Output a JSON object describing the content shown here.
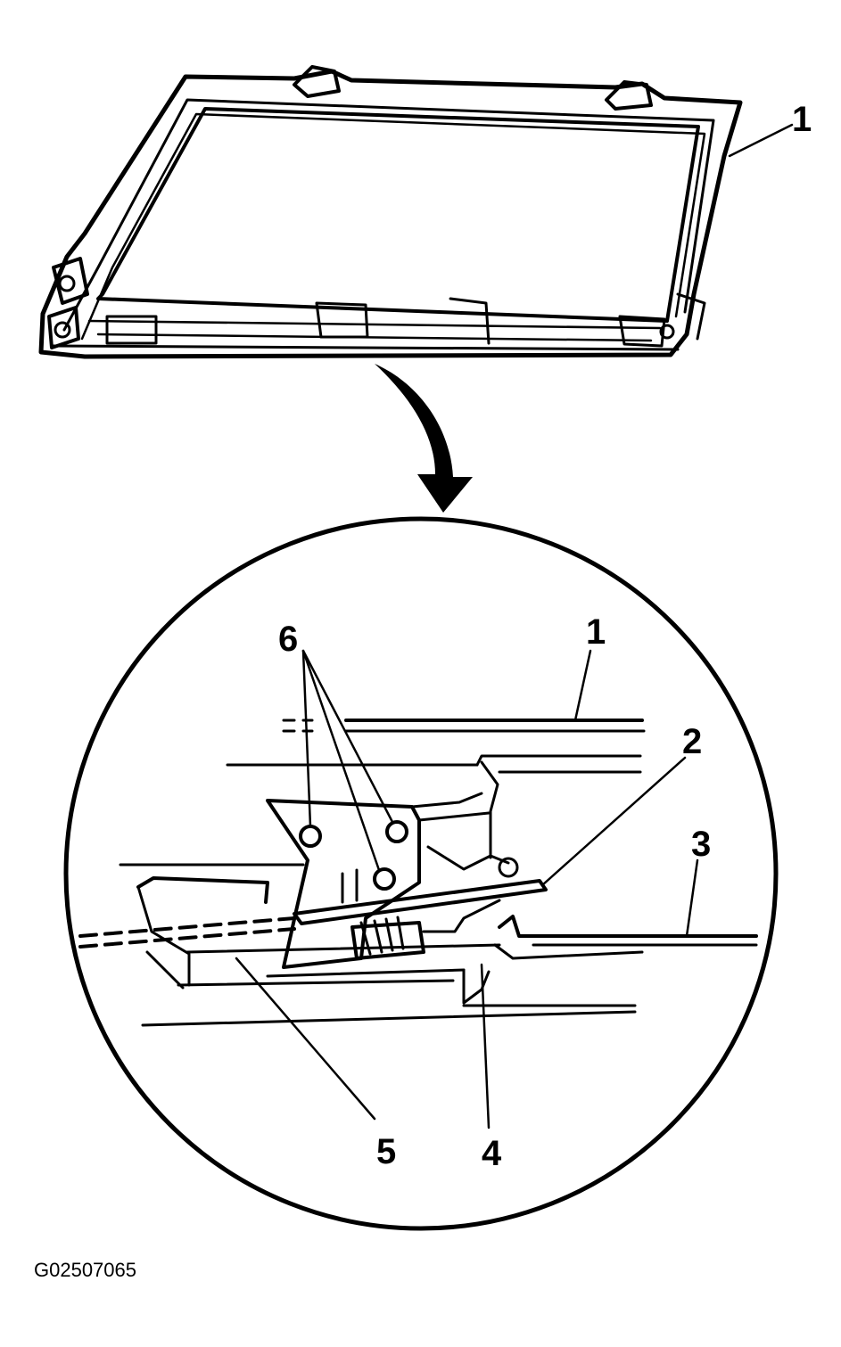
{
  "callouts": {
    "top_1": "1",
    "detail_1": "1",
    "detail_2": "2",
    "detail_3": "3",
    "detail_4": "4",
    "detail_5": "5",
    "detail_6": "6"
  },
  "figure_id": "G02507065",
  "colors": {
    "ink": "#000000",
    "paper": "#ffffff"
  }
}
